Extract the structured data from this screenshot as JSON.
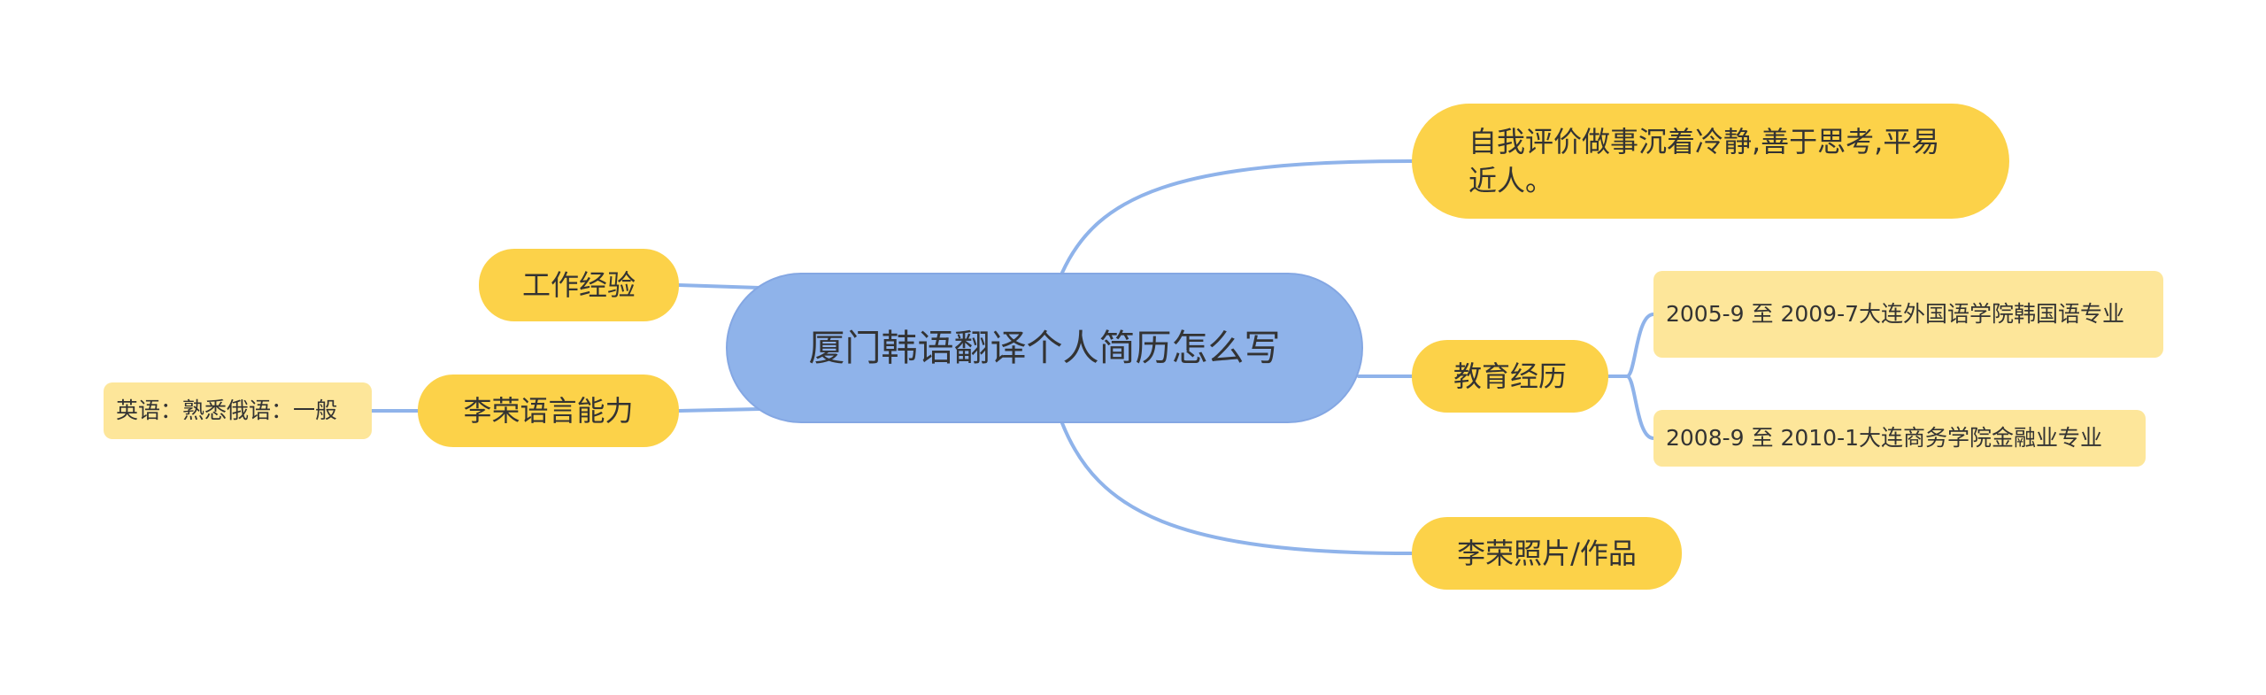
{
  "root": {
    "title": "厦门韩语翻译个人简历怎么写"
  },
  "branches": {
    "self_evaluation": "自我评价做事沉着冷静,善于思考,平易近人。",
    "education": {
      "label": "教育经历",
      "items": [
        "2005-9 至 2009-7大连外国语学院韩国语专业",
        "2008-9 至 2010-1大连商务学院金融业专业"
      ]
    },
    "photo_works": "李荣照片/作品",
    "work_experience": "工作经验",
    "language_ability": {
      "label": "李荣语言能力",
      "items": [
        "英语：熟悉俄语：一般"
      ]
    }
  },
  "colors": {
    "root_fill": "#8fb3ea",
    "branch_fill": "#fcd249",
    "leaf_fill": "#fde69a",
    "connector": "#8fb3ea",
    "text": "#333333"
  }
}
